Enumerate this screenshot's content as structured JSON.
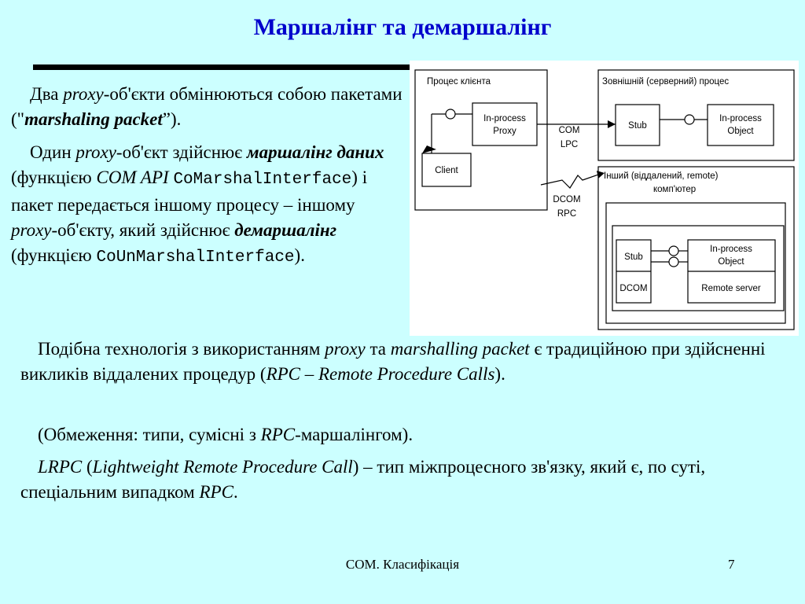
{
  "title": "Маршалінг та демаршалінг",
  "p1": {
    "a": "Два ",
    "proxy": "proxy",
    "b": "-об'єкти обмінюються собою пакетами (\"",
    "packet": "marshaling packet",
    "c": "”)."
  },
  "p2": {
    "a": "Один ",
    "proxy1": "proxy",
    "b": "-об'єкт здійснює ",
    "marsh": "маршалінг даних",
    "c": " (функцією ",
    "comapi": "COM API",
    "d": " ",
    "fn1": "CoMarshalInterface",
    "e": ") і пакет передається іншому процесу – іншому ",
    "proxy2": "proxy",
    "f": "-об'єкту, який здійснює ",
    "demarsh": "демаршалінг",
    "g": " (функцією ",
    "fn2": "CoUnMarshalInterface",
    "h": ")."
  },
  "p3": {
    "a": "Подібна технологія з використанням ",
    "proxy": "proxy",
    "b": " та ",
    "packet": "marshalling packet",
    "c": " є традиційною при здійсненні викликів віддалених процедур (",
    "rpc": "RPC – Remote Procedure Calls",
    "d": ")."
  },
  "p4": {
    "a": "(Обмеження: типи, сумісні з ",
    "rpc": "RPC",
    "b": "-маршалінгом)."
  },
  "p5": {
    "lrpc": "LRPC",
    "a": " (",
    "full": "Lightweight Remote Procedure Call",
    "b": ") – тип міжпроцесного зв'язку, який є, по суті,  спеціальним випадком ",
    "rpc": "RPC",
    "c": "."
  },
  "diagram": {
    "client_process": "Процес клієнта",
    "proxy_box_1": "In-process",
    "proxy_box_2": "Proxy",
    "client": "Client",
    "com": "COM",
    "lpc": "LPC",
    "server_process": "Зовнішній (серверний) процес",
    "stub": "Stub",
    "object_1": "In-process",
    "object_2": "Object",
    "remote_title_1": "Інший (віддалений, remote)",
    "remote_title_2": "комп'ютер",
    "dcom": "DCOM",
    "rpc": "RPC",
    "remote_stub": "Stub",
    "remote_dcom": "DCOM",
    "remote_object_1": "In-process",
    "remote_object_2": "Object",
    "remote_server": "Remote server"
  },
  "footer": {
    "center": "COM. Класифікація",
    "page": "7"
  }
}
